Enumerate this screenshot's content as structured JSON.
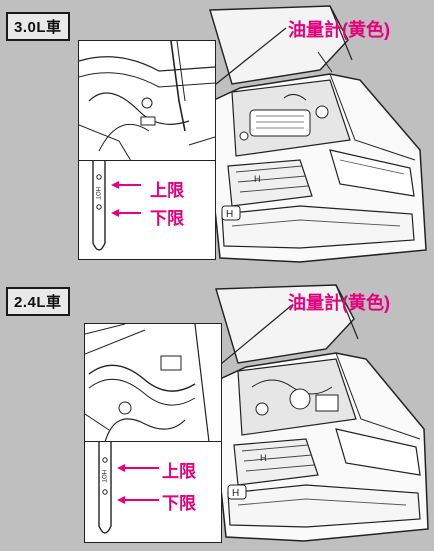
{
  "top_panel": {
    "variant_label": "3.0L車",
    "dipstick_callout": "油量計(黄色)",
    "upper_mark": "上限",
    "lower_mark": "下限"
  },
  "bottom_panel": {
    "variant_label": "2.4L車",
    "dipstick_callout": "油量計(黄色)",
    "upper_mark": "上限",
    "lower_mark": "下限"
  },
  "colors": {
    "accent_magenta": "#e6007e",
    "background_gray": "#bfbfbf",
    "line_art": "#222222"
  }
}
